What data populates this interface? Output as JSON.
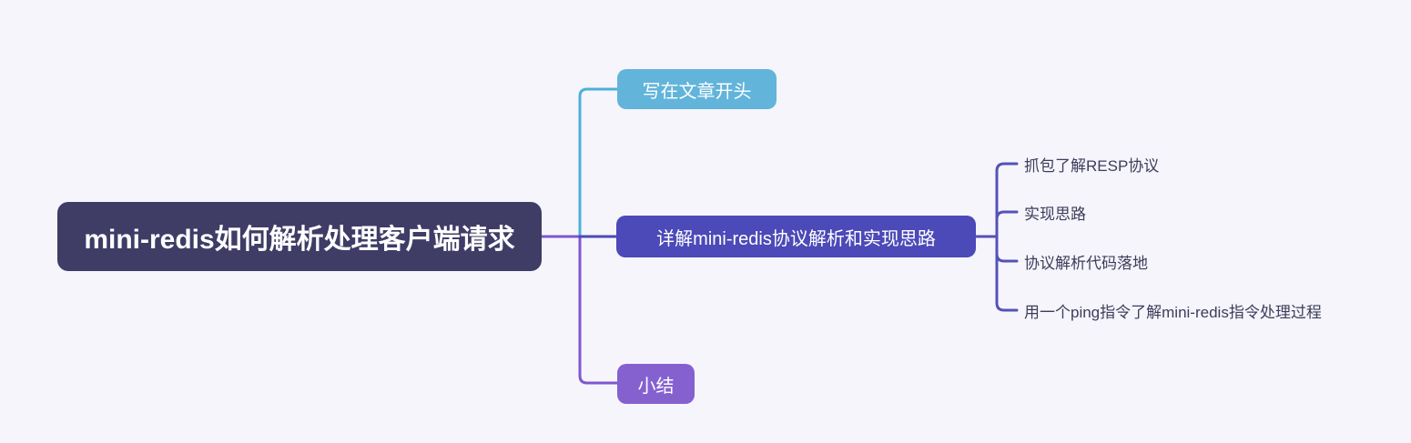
{
  "colors": {
    "background": "#f5f5fb",
    "root_bg": "#3f3c66",
    "root_text": "#ffffff",
    "branch_opening_bg": "#62b4da",
    "branch_detail_bg": "#4c49b8",
    "branch_summary_bg": "#8561d0",
    "branch_text": "#ffffff",
    "leaf_text": "#3d3d5c",
    "connector_blue": "#4db0d8",
    "connector_purple": "#7e57d0",
    "connector_indigo": "#5552b8",
    "connector_indigo_dark": "#4c49b4"
  },
  "mindmap": {
    "root": {
      "label": "mini-redis如何解析处理客户端请求"
    },
    "branches": [
      {
        "label": "写在文章开头",
        "children": []
      },
      {
        "label": "详解mini-redis协议解析和实现思路",
        "children": [
          "抓包了解RESP协议",
          "实现思路",
          "协议解析代码落地",
          "用一个ping指令了解mini-redis指令处理过程"
        ]
      },
      {
        "label": "小结",
        "children": []
      }
    ]
  }
}
